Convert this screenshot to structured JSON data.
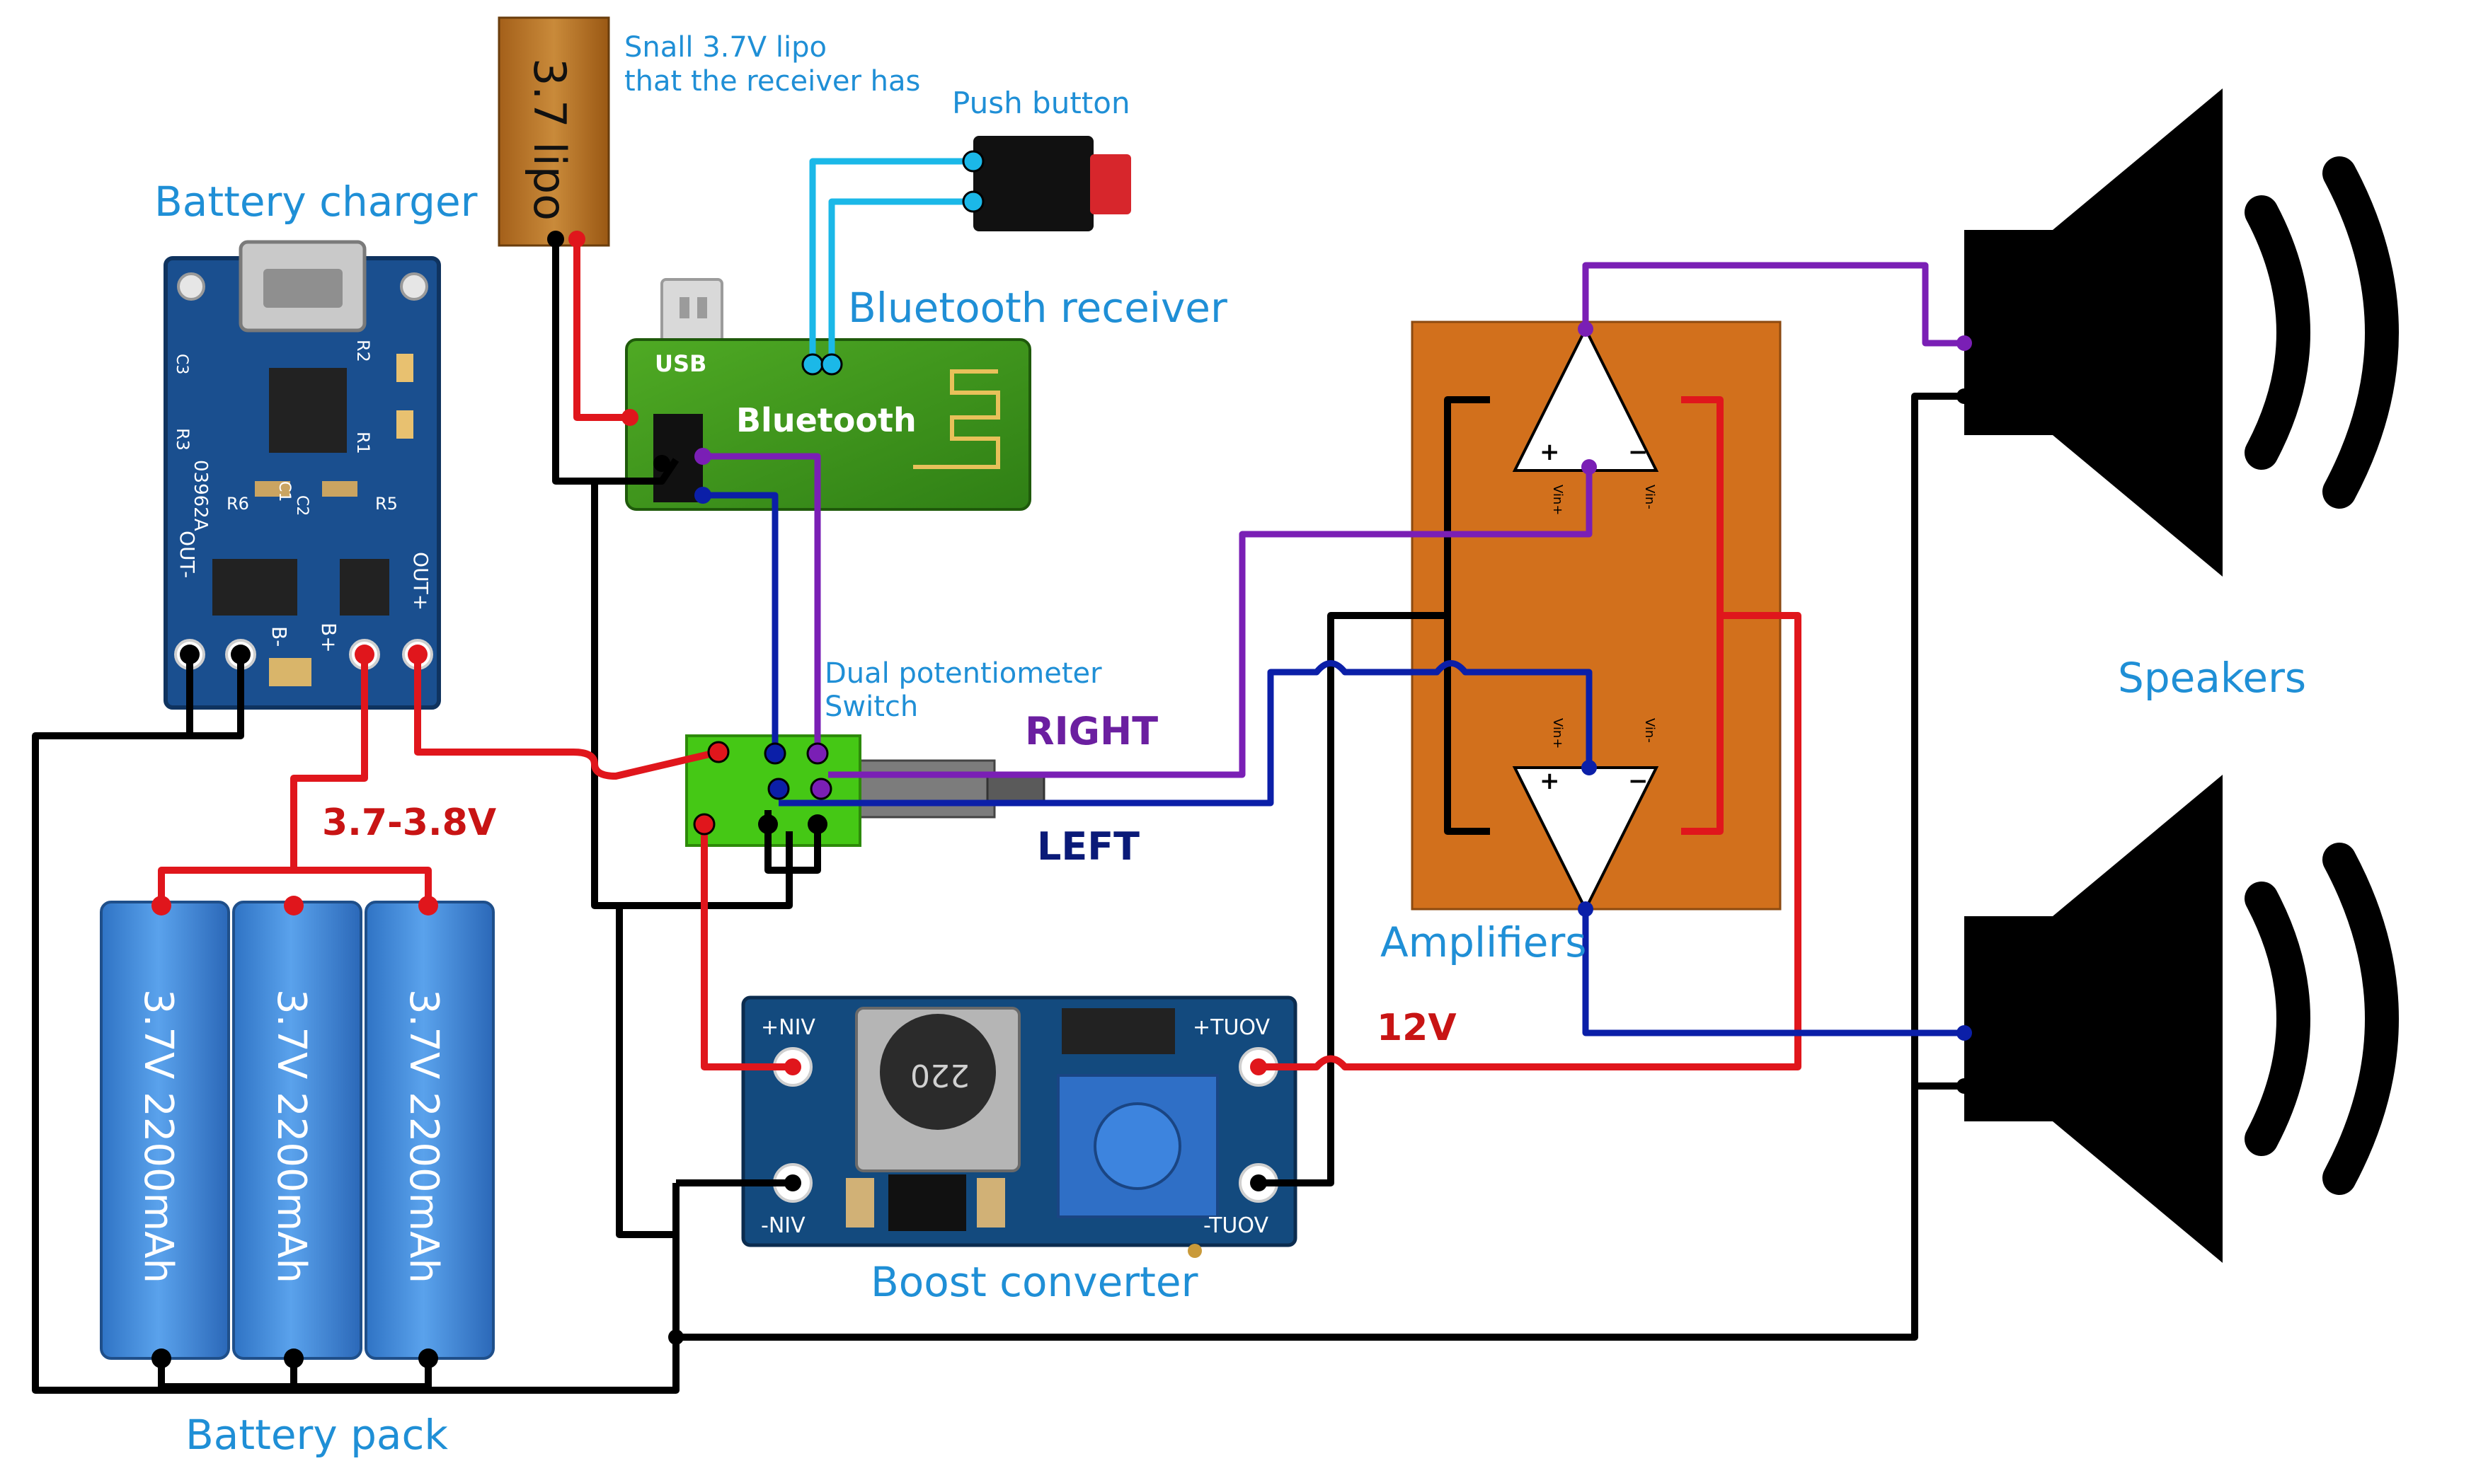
{
  "labels": {
    "battery_charger": "Battery charger",
    "lipo_note_line1": "Snall 3.7V lipo",
    "lipo_note_line2": "that the receiver has",
    "lipo_body": "3.7 lipo",
    "push_button": "Push button",
    "bluetooth_receiver": "Bluetooth receiver",
    "usb": "USB",
    "bluetooth": "Bluetooth",
    "dual_pot_line1": "Dual potentiometer",
    "dual_pot_line2": "Switch",
    "right": "RIGHT",
    "left": "LEFT",
    "voltage_range": "3.7-3.8V",
    "twelve_volt": "12V",
    "amplifiers": "Amplifiers",
    "speakers": "Speakers",
    "boost_converter": "Boost converter",
    "battery_pack": "Battery pack",
    "cell_label": "3.7V 2200mAh",
    "charger_out_minus": "OUT-",
    "charger_out_plus": "OUT+",
    "charger_b_minus": "B-",
    "charger_b_plus": "B+",
    "charger_ic_code": "03962A",
    "charger_r1": "R1",
    "charger_r2": "R2",
    "charger_r3": "R3",
    "charger_r5": "R5",
    "charger_r6": "R6",
    "charger_c1": "C1",
    "charger_c2": "C2",
    "charger_c3": "C3",
    "boost_vin_plus": "+NIV",
    "boost_vin_minus": "-NIV",
    "boost_vout_plus": "+TUOV",
    "boost_vout_minus": "-TUOV",
    "inductor_code": "220",
    "amp_vin_plus": "Vin+",
    "amp_vin_minus": "Vin-",
    "plus_sign": "+",
    "minus_sign": "−"
  },
  "colors": {
    "red_wire": "#e0161c",
    "black_wire": "#000000",
    "blue_wire": "#0b1fa8",
    "purple_wire": "#7a1fb5",
    "cyan_wire": "#1bb8e8",
    "label_blue": "#1f8fd6",
    "voltage_red": "#c81414",
    "right_purple": "#6b1fa0",
    "left_navy": "#0a1a78",
    "amp_board": "#d2701c",
    "charger_pcb": "#1a4f8f",
    "bt_pcb": "#3e9a1e",
    "pot_pcb": "#45c815",
    "boost_pcb": "#134a7e",
    "battery_blue": "#3d86d6",
    "lipo_brown": "#b86e1e"
  }
}
